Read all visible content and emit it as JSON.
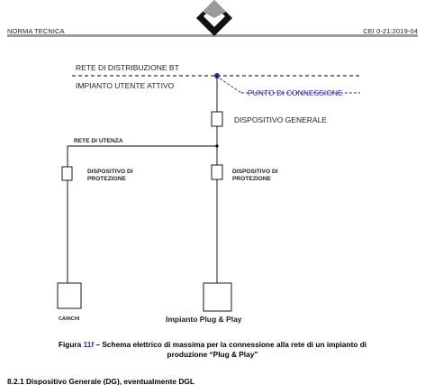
{
  "header": {
    "left": "NORMA TECNICA",
    "right": "CEI 0-21:2019-04"
  },
  "diagram": {
    "grid_label": "RETE DI DISTRIBUZIONE BT",
    "user_plant_label": "IMPIANTO UTENTE ATTIVO",
    "connection_point_label": "PUNTO DI CONNESSIONE",
    "general_device_label": "DISPOSITIVO GENERALE",
    "user_network_label": "RETE DI UTENZA",
    "protection_left_line1": "DISPOSITIVO DI",
    "protection_left_line2": "PROTEZIONE",
    "protection_right_line1": "DISPOSITIVO DI",
    "protection_right_line2": "PROTEZIONE",
    "loads_label": "CARICHI",
    "plug_play_label": "Impianto Plug & Play",
    "accent_color": "#2a2aa8"
  },
  "caption": {
    "fig_word": "Figura ",
    "fig_number": "11f",
    "line1_rest": " – Schema elettrico di massima per la connessione alla rete di un impianto di",
    "line2": "produzione “Plug & Play”"
  },
  "section": {
    "heading": "8.2.1  Dispositivo Generale (DG), eventualmente DGL"
  }
}
